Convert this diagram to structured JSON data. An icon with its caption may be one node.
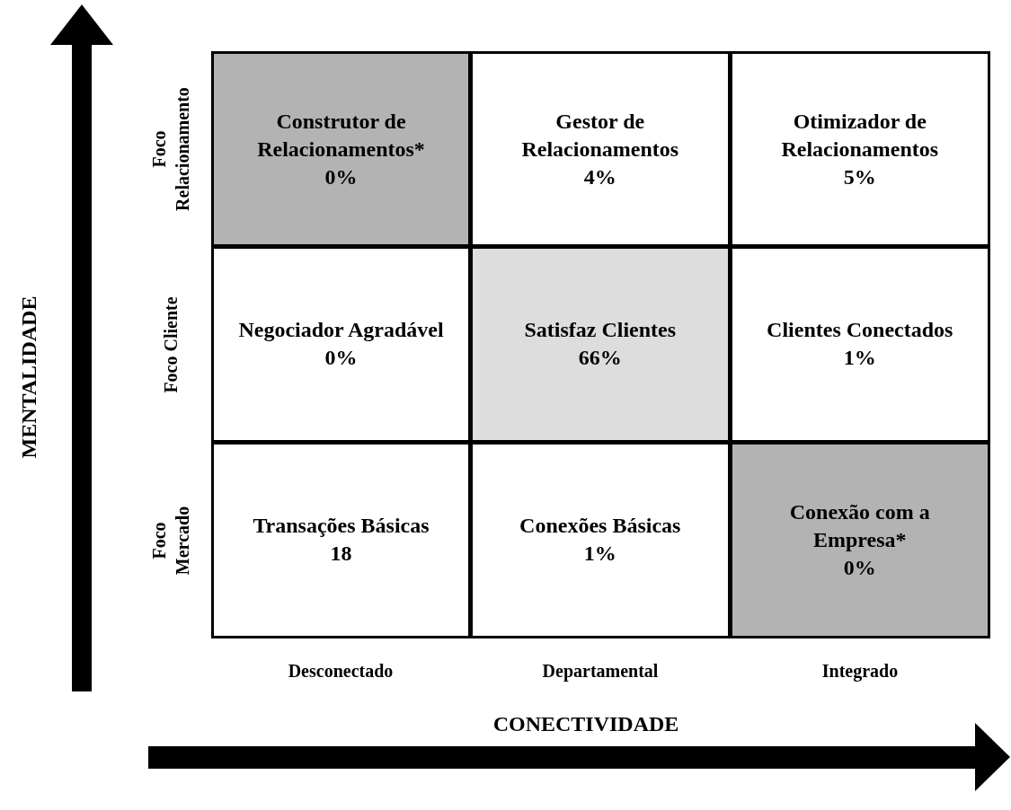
{
  "diagram": {
    "nodes": [
      {
        "text": [
          "Construtor de Relacionamentos*",
          "0%"
        ]
      },
      {
        "text": [
          "Gestor de Relacionamentos",
          "4%"
        ]
      },
      {
        "text": [
          "Otimizador de Relacionamentos",
          "5%"
        ]
      },
      {
        "text": [
          "Negociador Agradável",
          "0%"
        ]
      },
      {
        "text": [
          "Satisfaz Clientes",
          "66%"
        ]
      },
      {
        "text": [
          "Clientes Conectados",
          "1%"
        ]
      },
      {
        "text": [
          "Transações Básicas",
          "18"
        ]
      },
      {
        "text": [
          "Conexões Básicas",
          "1%"
        ]
      },
      {
        "text": [
          "Conexão com a Empresa*",
          "0%"
        ]
      }
    ],
    "labels": [
      "Foco Relacionamento",
      "Foco Cliente",
      "Foco Mercado",
      "Desconectado",
      "Departamental",
      "Integrado",
      "MENTALIDADE",
      "CONECTIVIDADE"
    ]
  }
}
